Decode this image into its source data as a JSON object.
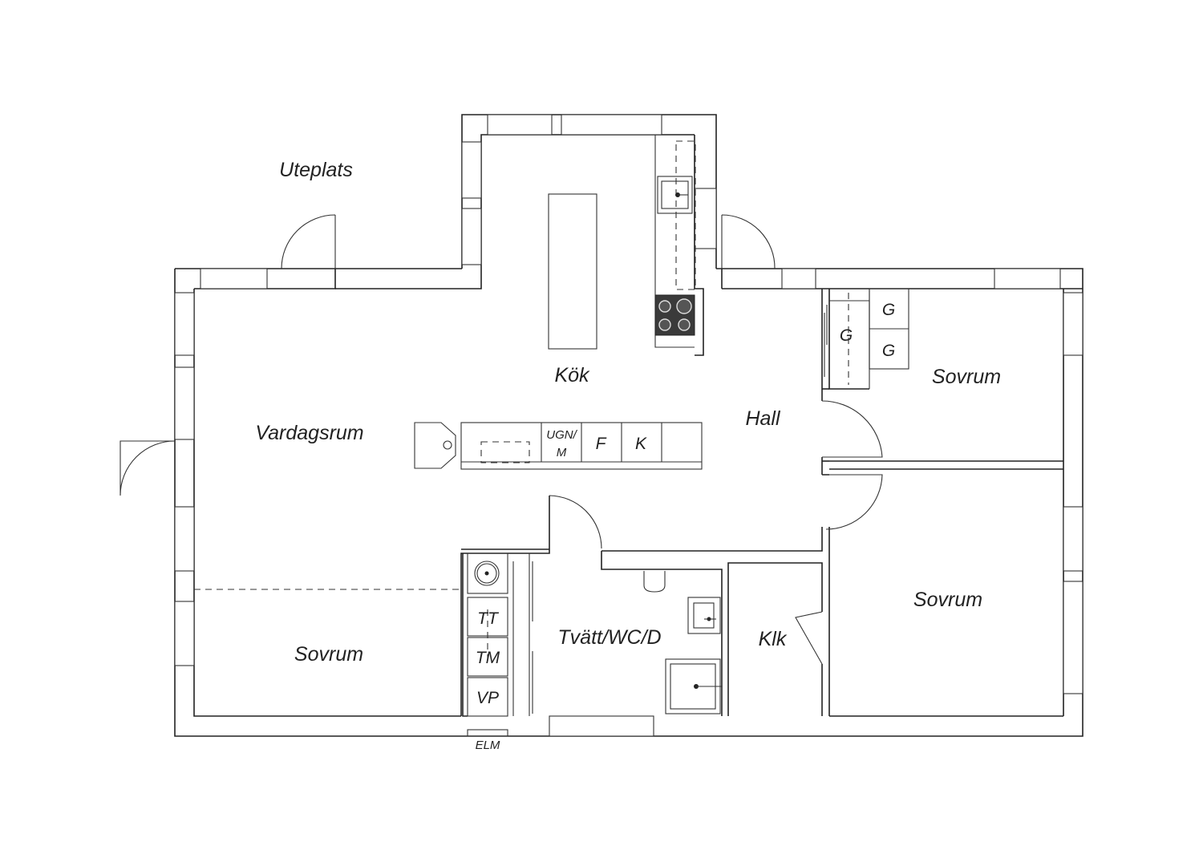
{
  "labels": {
    "uteplats": "Uteplats",
    "kok": "Kök",
    "vardagsrum": "Vardagsrum",
    "hall": "Hall",
    "sovrum_ne": "Sovrum",
    "sovrum_e": "Sovrum",
    "sovrum_sw": "Sovrum",
    "tvatt": "Tvätt/WC/D",
    "klk": "Klk",
    "elm": "ELM"
  },
  "fixtures": {
    "g_closet": "G",
    "g_top": "G",
    "g_bottom": "G",
    "ugn_line1": "UGN/",
    "ugn_line2": "M",
    "fridge": "F",
    "freezer": "K",
    "tt": "TT",
    "tm": "TM",
    "vp": "VP"
  }
}
